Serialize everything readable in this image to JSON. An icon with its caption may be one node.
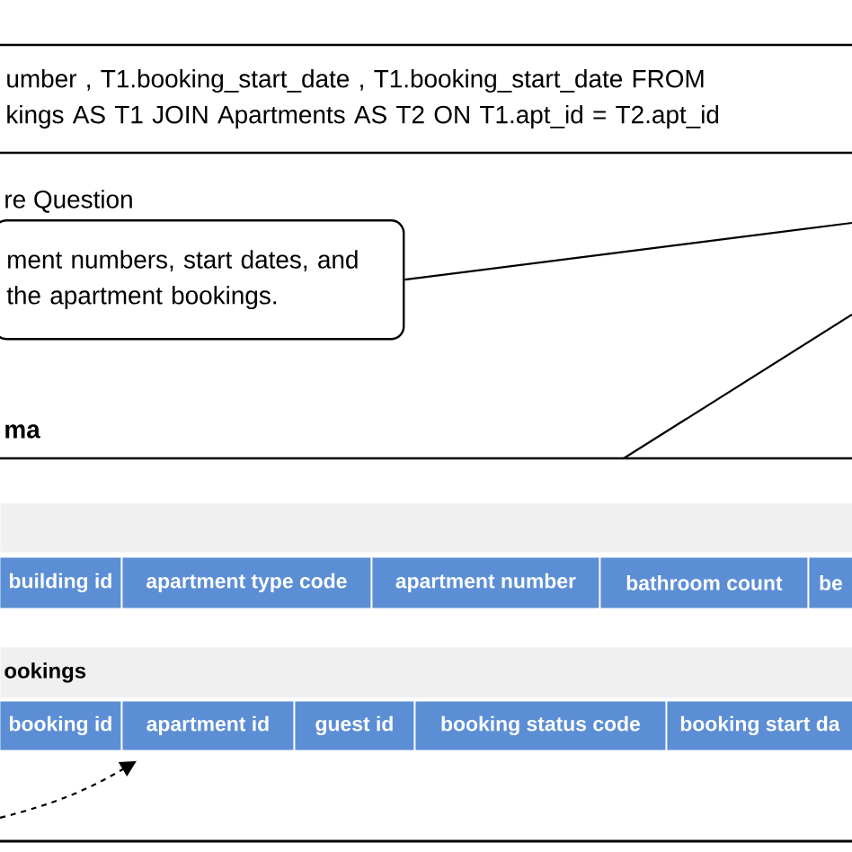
{
  "diagram": {
    "nodes": [
      {
        "text": [
          "umber , T1.booking_start_date , T1.booking_start_date FROM kings AS T1 JOIN Apartments AS T2 ON T1.apt_id = T2.apt_id"
        ]
      },
      {
        "text": [
          "re Question",
          "ment numbers, start dates, and the apartment bookings."
        ]
      },
      {
        "text": [
          "ma"
        ]
      },
      {
        "text": [],
        "shape": "bar",
        "in": 2
      },
      {
        "text": [
          "building id"
        ],
        "in": 2
      },
      {
        "text": [
          "apartment type code"
        ],
        "in": 2
      },
      {
        "text": [
          "apartment number"
        ],
        "in": 2
      },
      {
        "text": [
          "bathroom count"
        ],
        "in": 2
      },
      {
        "text": [
          "be"
        ],
        "in": 2
      },
      {
        "text": [
          "ookings"
        ],
        "in": 2
      },
      {
        "text": [
          "booking id"
        ],
        "in": 2
      },
      {
        "text": [
          "apartment id"
        ],
        "in": 2
      },
      {
        "text": [
          "guest id"
        ],
        "in": 2
      },
      {
        "text": [
          "booking status code"
        ],
        "in": 2
      },
      {
        "text": [
          "booking start da"
        ],
        "in": 2
      }
    ],
    "edges": [
      {
        "from": 1,
        "to": null,
        "arrow": "none"
      },
      {
        "from": 2,
        "to": null,
        "arrow": "none"
      },
      {
        "from": null,
        "to": 11,
        "arrow": "to",
        "style": "dashed"
      }
    ]
  }
}
